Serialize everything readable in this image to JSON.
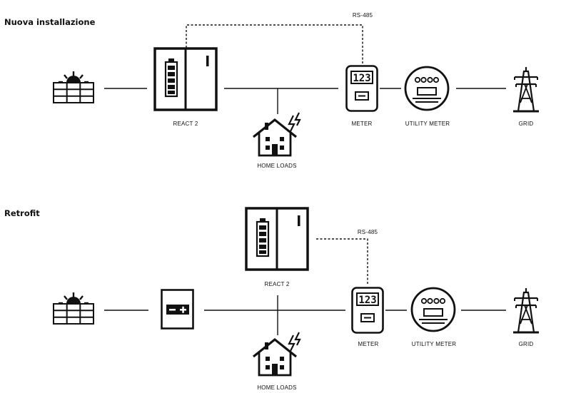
{
  "sections": {
    "new": {
      "title": "Nuova installazione",
      "labels": {
        "react": "REACT 2",
        "meter": "METER",
        "utility": "UTILITY METER",
        "grid": "GRID",
        "home": "HOME LOADS",
        "rs485": "RS-485"
      }
    },
    "retrofit": {
      "title": "Retrofit",
      "labels": {
        "react": "REACT 2",
        "meter": "METER",
        "utility": "UTILITY METER",
        "grid": "GRID",
        "home": "HOME LOADS",
        "rs485": "RS-485"
      }
    }
  },
  "icons": {
    "solar": "solar-panel-icon",
    "battery_storage": "battery-storage-icon",
    "inverter": "inverter-icon",
    "meter": "meter-icon",
    "utility_meter": "utility-meter-icon",
    "grid": "power-pylon-icon",
    "home": "house-icon",
    "meter_display": "123"
  }
}
